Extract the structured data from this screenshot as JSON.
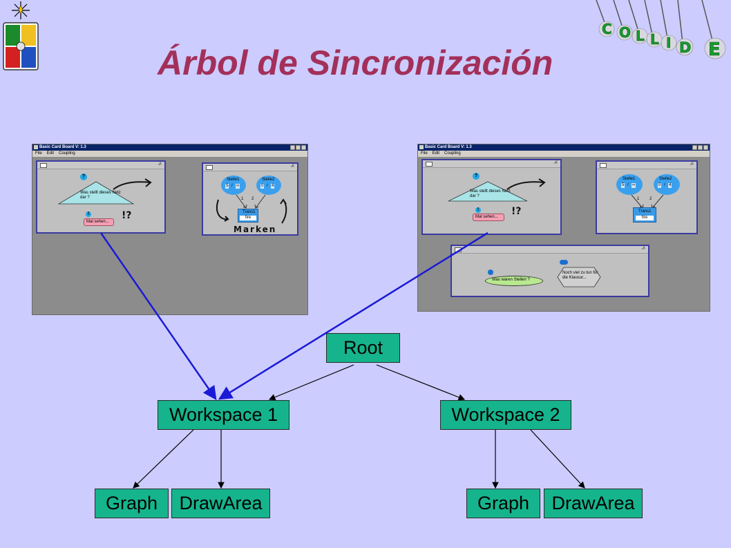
{
  "title": "Árbol de Sincronización",
  "tree": {
    "root": "Root",
    "workspace1": "Workspace 1",
    "workspace2": "Workspace 2",
    "w1_graph": "Graph",
    "w1_drawarea": "DrawArea",
    "w2_graph": "Graph",
    "w2_drawarea": "DrawArea"
  },
  "logo_right": {
    "letters": [
      "C",
      "O",
      "L",
      "L",
      "I",
      "D",
      "E"
    ]
  },
  "window1": {
    "titlebar": "Basic Card Board V: 1.3",
    "menu": [
      "File",
      "Edit",
      "Coupling"
    ],
    "card_graph": {
      "question_mark": "?",
      "triangle_text": "Was stellt dieses Netz dar ?",
      "pill": "Mal sehen...",
      "bang": "!",
      "handwriting": "!?"
    },
    "card_petri": {
      "place1": "Stelle1",
      "place1_vals": [
        "5",
        "/",
        "∞"
      ],
      "place2": "Stelle2",
      "place2_vals": [
        "0",
        "/",
        "4"
      ],
      "arc1": "1",
      "arc2": "2",
      "transition": "Trans1",
      "fire": "fire",
      "handwriting": "Marken"
    }
  },
  "window2": {
    "titlebar": "Basic Card Board V: 1.3",
    "menu": [
      "File",
      "Edit",
      "Coupling"
    ],
    "card_graph": {
      "question_mark": "?",
      "triangle_text": "Was stellt dieses Netz dar ?",
      "pill": "Mal sehen...",
      "bang": "!",
      "handwriting": "!?"
    },
    "card_petri": {
      "place1": "Stelle1",
      "place1_vals": [
        "5",
        "/",
        "∞"
      ],
      "place2": "Stelle2",
      "place2_vals": [
        "0",
        "/",
        "4"
      ],
      "arc1": "1",
      "arc2": "2",
      "transition": "Trans1",
      "fire": "fire"
    },
    "card_notes": {
      "ellipse_text": "Was waren Stellen ?",
      "hex_text": "Noch viel zu tun für die Klausur..."
    }
  },
  "colors": {
    "background": "#ccccff",
    "title": "#a3305a",
    "node_fill": "#16b48c",
    "arrow_blue": "#1a1ad6"
  }
}
